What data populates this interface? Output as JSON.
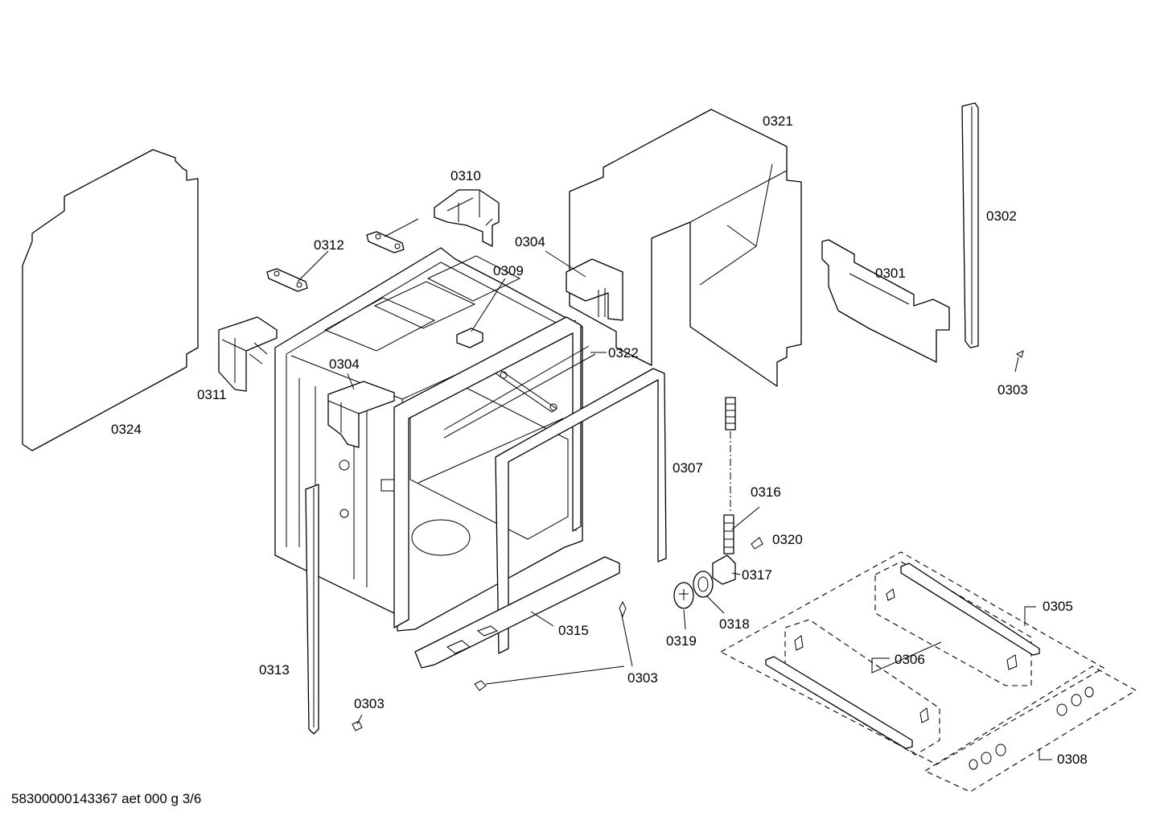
{
  "labels": {
    "p0301": "0301",
    "p0302": "0302",
    "p0303_a": "0303",
    "p0303_b": "0303",
    "p0303_c": "0303",
    "p0304_a": "0304",
    "p0304_b": "0304",
    "p0305": "0305",
    "p0306": "0306",
    "p0307": "0307",
    "p0308": "0308",
    "p0309": "0309",
    "p0310": "0310",
    "p0311": "0311",
    "p0312": "0312",
    "p0313": "0313",
    "p0315": "0315",
    "p0316": "0316",
    "p0317": "0317",
    "p0318": "0318",
    "p0319": "0319",
    "p0320": "0320",
    "p0321": "0321",
    "p0322": "0322",
    "p0324": "0324"
  },
  "footer": {
    "document_code": "58300000143367 aet 000 g 3/6"
  }
}
